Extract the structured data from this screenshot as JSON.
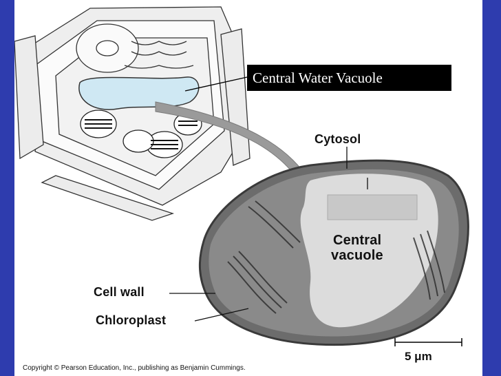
{
  "diagram": {
    "callout_label": "Central Water Vacuole",
    "labels": {
      "cytosol": "Cytosol",
      "central_vacuole_line1": "Central",
      "central_vacuole_line2": "vacuole",
      "cell_wall": "Cell wall",
      "chloroplast": "Chloroplast"
    },
    "scale_bar": "5 μm",
    "copyright": "Copyright © Pearson Education, Inc., publishing as Benjamin Cummings."
  },
  "colors": {
    "background_blue": "#2e3cae",
    "vacuole_fill": "#cfe8f3",
    "callout_bg": "#000000",
    "arrow_gray": "#9a9a9a"
  }
}
